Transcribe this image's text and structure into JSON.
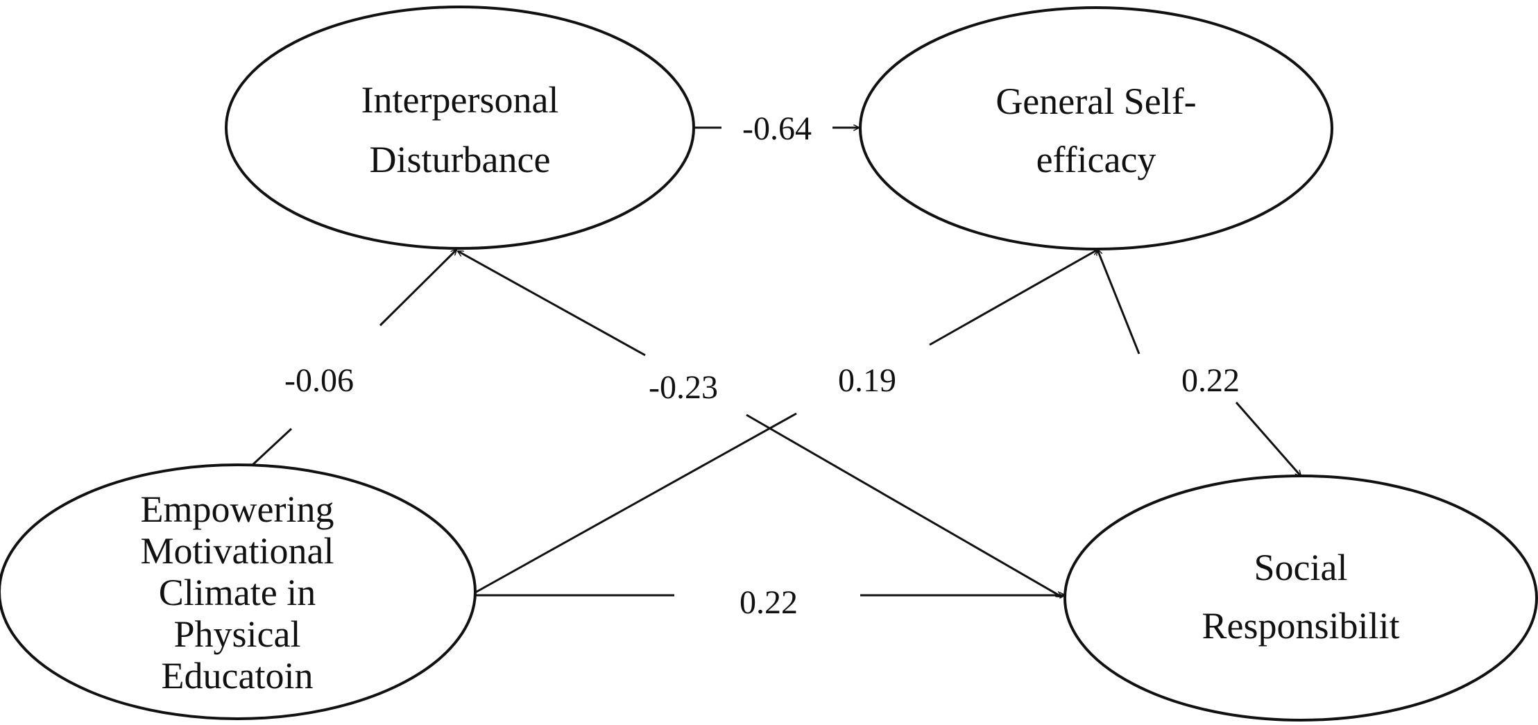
{
  "nodes": {
    "interpersonal": {
      "lines": [
        "Interpersonal",
        "Disturbance"
      ]
    },
    "self_efficacy": {
      "lines": [
        "General Self-",
        "efficacy"
      ]
    },
    "empowering": {
      "lines": [
        "Empowering",
        "Motivational",
        "Climate in",
        "Physical",
        "Educatoin"
      ]
    },
    "social": {
      "lines": [
        "Social",
        "Responsibilit"
      ]
    }
  },
  "edges": {
    "interpersonal_to_self_efficacy": "-0.64",
    "empowering_to_interpersonal": "-0.06",
    "interpersonal_to_social": "-0.23",
    "empowering_to_self_efficacy": "0.19",
    "self_efficacy_to_social": "0.22",
    "empowering_to_social": "0.22"
  }
}
